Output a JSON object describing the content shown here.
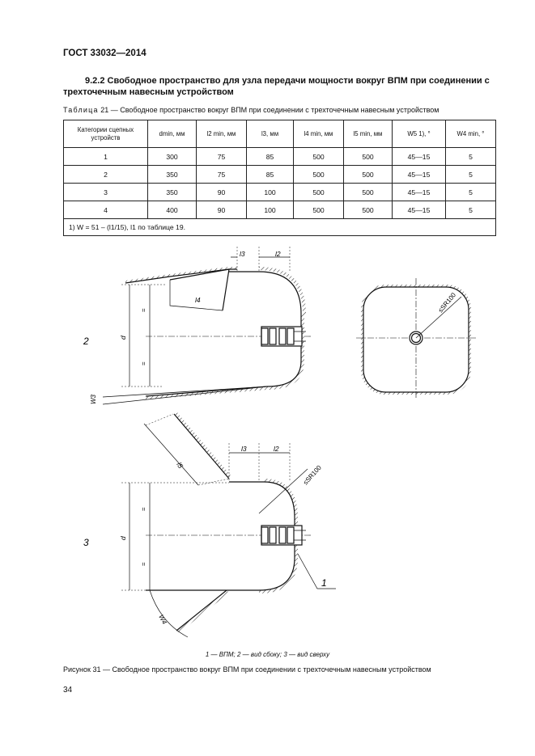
{
  "header": "ГОСТ 33032—2014",
  "section": "9.2.2 Свободное пространство для узла передачи мощности вокруг ВПМ при соединении с трехточечным навесным устройством",
  "table_caption_label": "Таблица",
  "table_caption_rest": " 21 — Свободное пространство вокруг ВПМ при соединении с трехточечным навесным устройством",
  "table": {
    "headers": [
      "Категории сцепных устройств",
      "dmin, мм",
      "l2 min, мм",
      "l3, мм",
      "l4 min, мм",
      "l5 min, мм",
      "W5 1), °",
      "W4 min, °"
    ],
    "rows": [
      [
        "1",
        "300",
        "75",
        "85",
        "500",
        "500",
        "45—15",
        "5"
      ],
      [
        "2",
        "350",
        "75",
        "85",
        "500",
        "500",
        "45—15",
        "5"
      ],
      [
        "3",
        "350",
        "90",
        "100",
        "500",
        "500",
        "45—15",
        "5"
      ],
      [
        "4",
        "400",
        "90",
        "100",
        "500",
        "500",
        "45—15",
        "5"
      ]
    ],
    "footnote": "1) W = 51 – (l1/15), l1 по таблице 19."
  },
  "figure": {
    "labels": {
      "view2": "2",
      "view3": "3",
      "callout1": "1",
      "l2": "l2",
      "l3": "l3",
      "l4": "l4",
      "l5": "l5",
      "d": "d",
      "eq": "=",
      "sr": "≤SR100",
      "w3": "W3",
      "w4": "W4"
    },
    "note": "1 — ВПМ; 2 — вид сбоку; 3 — вид сверху",
    "caption": "Рисунок 31 — Свободное пространство вокруг ВПМ при соединении с трехточечным навесным устройством"
  },
  "page_number": "34"
}
